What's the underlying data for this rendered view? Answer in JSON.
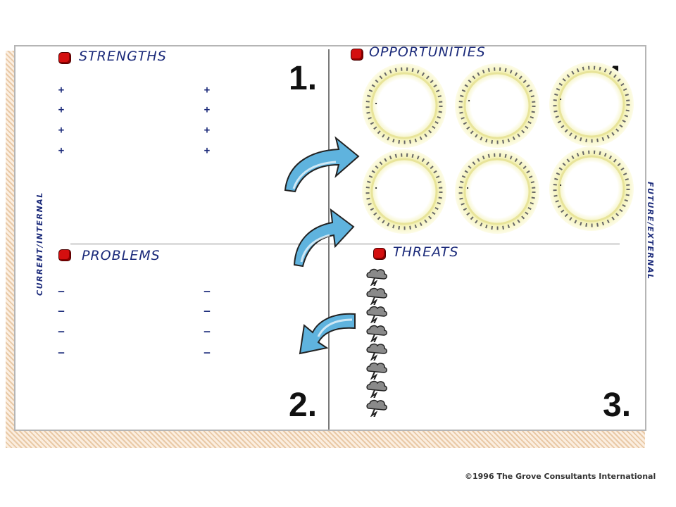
{
  "quadrants": {
    "strengths": {
      "title": "STRENGTHS",
      "number": "1.",
      "marks_col1": [
        "+",
        "+",
        "+",
        "+"
      ],
      "marks_col2": [
        "+",
        "+",
        "+",
        "+"
      ]
    },
    "problems": {
      "title": "PROBLEMS",
      "number": "2.",
      "marks_col1": [
        "–",
        "–",
        "–",
        "–"
      ],
      "marks_col2": [
        "–",
        "–",
        "–",
        "–"
      ]
    },
    "threats": {
      "title": "THREATS",
      "number": "3.",
      "storm_count": 8
    },
    "opportunities": {
      "title": "OPPORTUNITIES",
      "number": "4.",
      "sun_dots": [
        ".",
        ".",
        ".",
        ".",
        ".",
        "."
      ]
    }
  },
  "axis_labels": {
    "left": "CURRENT/INTERNAL",
    "right": "FUTURE/EXTERNAL"
  },
  "copyright": "©1996 The Grove Consultants International",
  "colors": {
    "label_text": "#1b2a7a",
    "bullet": "#d40f0f",
    "arrow": "#5fb3de",
    "sun_halo": "#f4f2b8"
  },
  "icons": {
    "bullet": "red-square-bullet-icon",
    "sun": "sun-icon",
    "storm": "storm-cloud-icon",
    "arrow": "curved-arrow-icon"
  }
}
